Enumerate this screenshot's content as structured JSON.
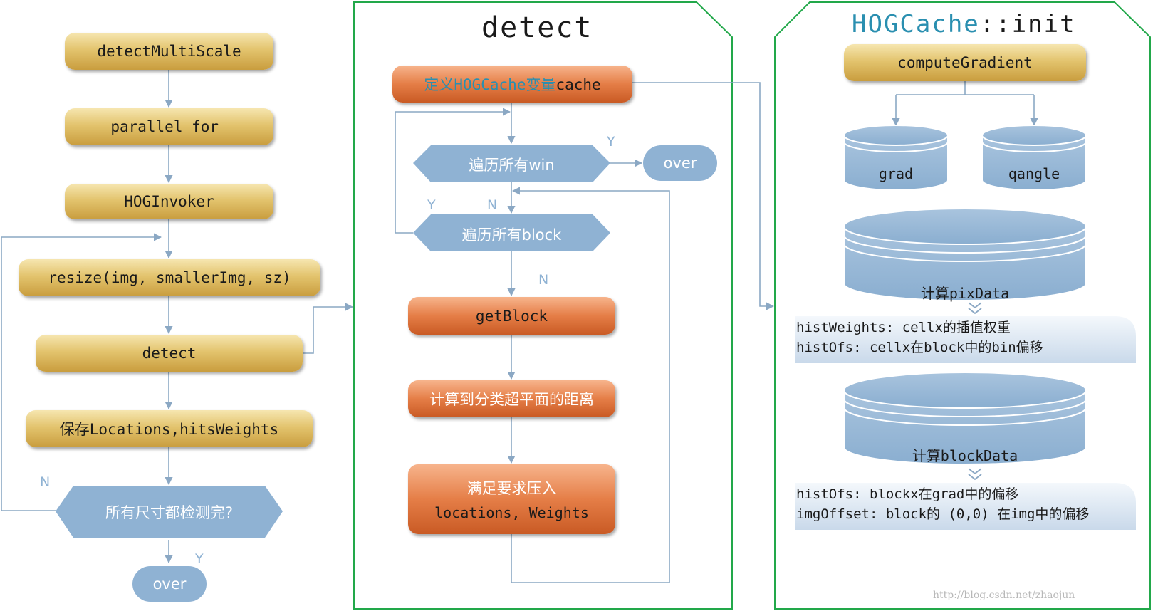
{
  "left": {
    "detectMultiScale": "detectMultiScale",
    "parallel_for": "parallel_for_",
    "hog_invoker": "HOGInvoker",
    "resize": "resize(img, smallerImg, sz)",
    "detect": "detect",
    "save": "保存Locations,hitsWeights",
    "decision": "所有尺寸都检测完?",
    "over": "over",
    "label_n": "N",
    "label_y": "Y"
  },
  "middle": {
    "title": "detect",
    "define_cache_prefix": "定义",
    "define_cache_class": "HOGCache",
    "define_cache_mid": "变量",
    "define_cache_var": "cache",
    "loop_win": "遍历所有win",
    "over": "over",
    "loop_block": "遍历所有block",
    "get_block": "getBlock",
    "compute_distance": "计算到分类超平面的距离",
    "push_line1": "满足要求压入",
    "push_line2": "locations, Weights",
    "label_y_win": "Y",
    "label_y_block": "Y",
    "label_n_block": "N",
    "label_n_getblock": "N"
  },
  "right": {
    "title_class": "HOGCache",
    "title_method": "::init",
    "compute_gradient": "computeGradient",
    "grad": "grad",
    "qangle": "qangle",
    "pix_data": "计算pixData",
    "note1_line1": "histWeights: cellx的插值权重",
    "note1_line2": "histOfs: cellx在block中的bin偏移",
    "block_data": "计算blockData",
    "note2_line1": "histOfs: blockx在grad中的偏移",
    "note2_line2": "imgOffset: block的 (0,0) 在img中的偏移"
  },
  "watermark": "http://blog.csdn.net/zhaojun",
  "colors": {
    "gold": "#dcb960",
    "orange": "#e0773f",
    "blue": "#8fb2d3",
    "frame": "#22a84a",
    "arrow": "#8ba8c4",
    "title_blue": "#2a8fb0"
  }
}
